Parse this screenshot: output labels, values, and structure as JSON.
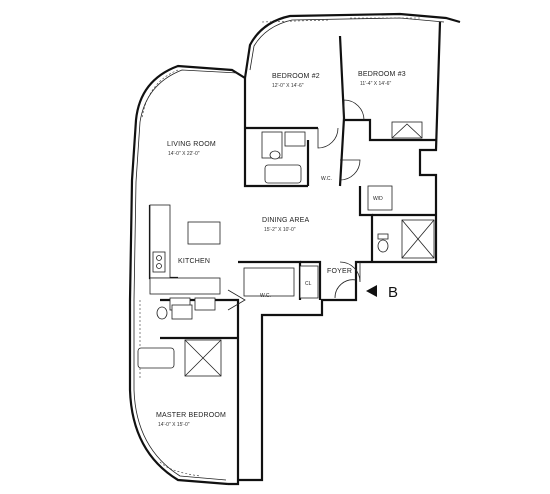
{
  "plan": {
    "rooms": [
      {
        "id": "living-room",
        "name": "LIVING ROOM",
        "dims": "14'-0\" X 22'-0\""
      },
      {
        "id": "bedroom-2",
        "name": "BEDROOM #2",
        "dims": "12'-0\" X 14'-6\""
      },
      {
        "id": "bedroom-3",
        "name": "BEDROOM #3",
        "dims": "11'-4\" X 14'-6\""
      },
      {
        "id": "dining-area",
        "name": "DINING AREA",
        "dims": "15'-2\" X 10'-0\""
      },
      {
        "id": "kitchen",
        "name": "KITCHEN",
        "dims": ""
      },
      {
        "id": "foyer",
        "name": "FOYER",
        "dims": ""
      },
      {
        "id": "master-bedroom",
        "name": "MASTER BEDROOM",
        "dims": "14'-0\" X 15'-0\""
      }
    ],
    "small_labels": {
      "walk_in_closet_1": "W.C.",
      "walk_in_closet_2": "W.C.",
      "washer_dryer": "W/D",
      "closet": "CL"
    },
    "entry_marker": {
      "label": "B"
    }
  }
}
